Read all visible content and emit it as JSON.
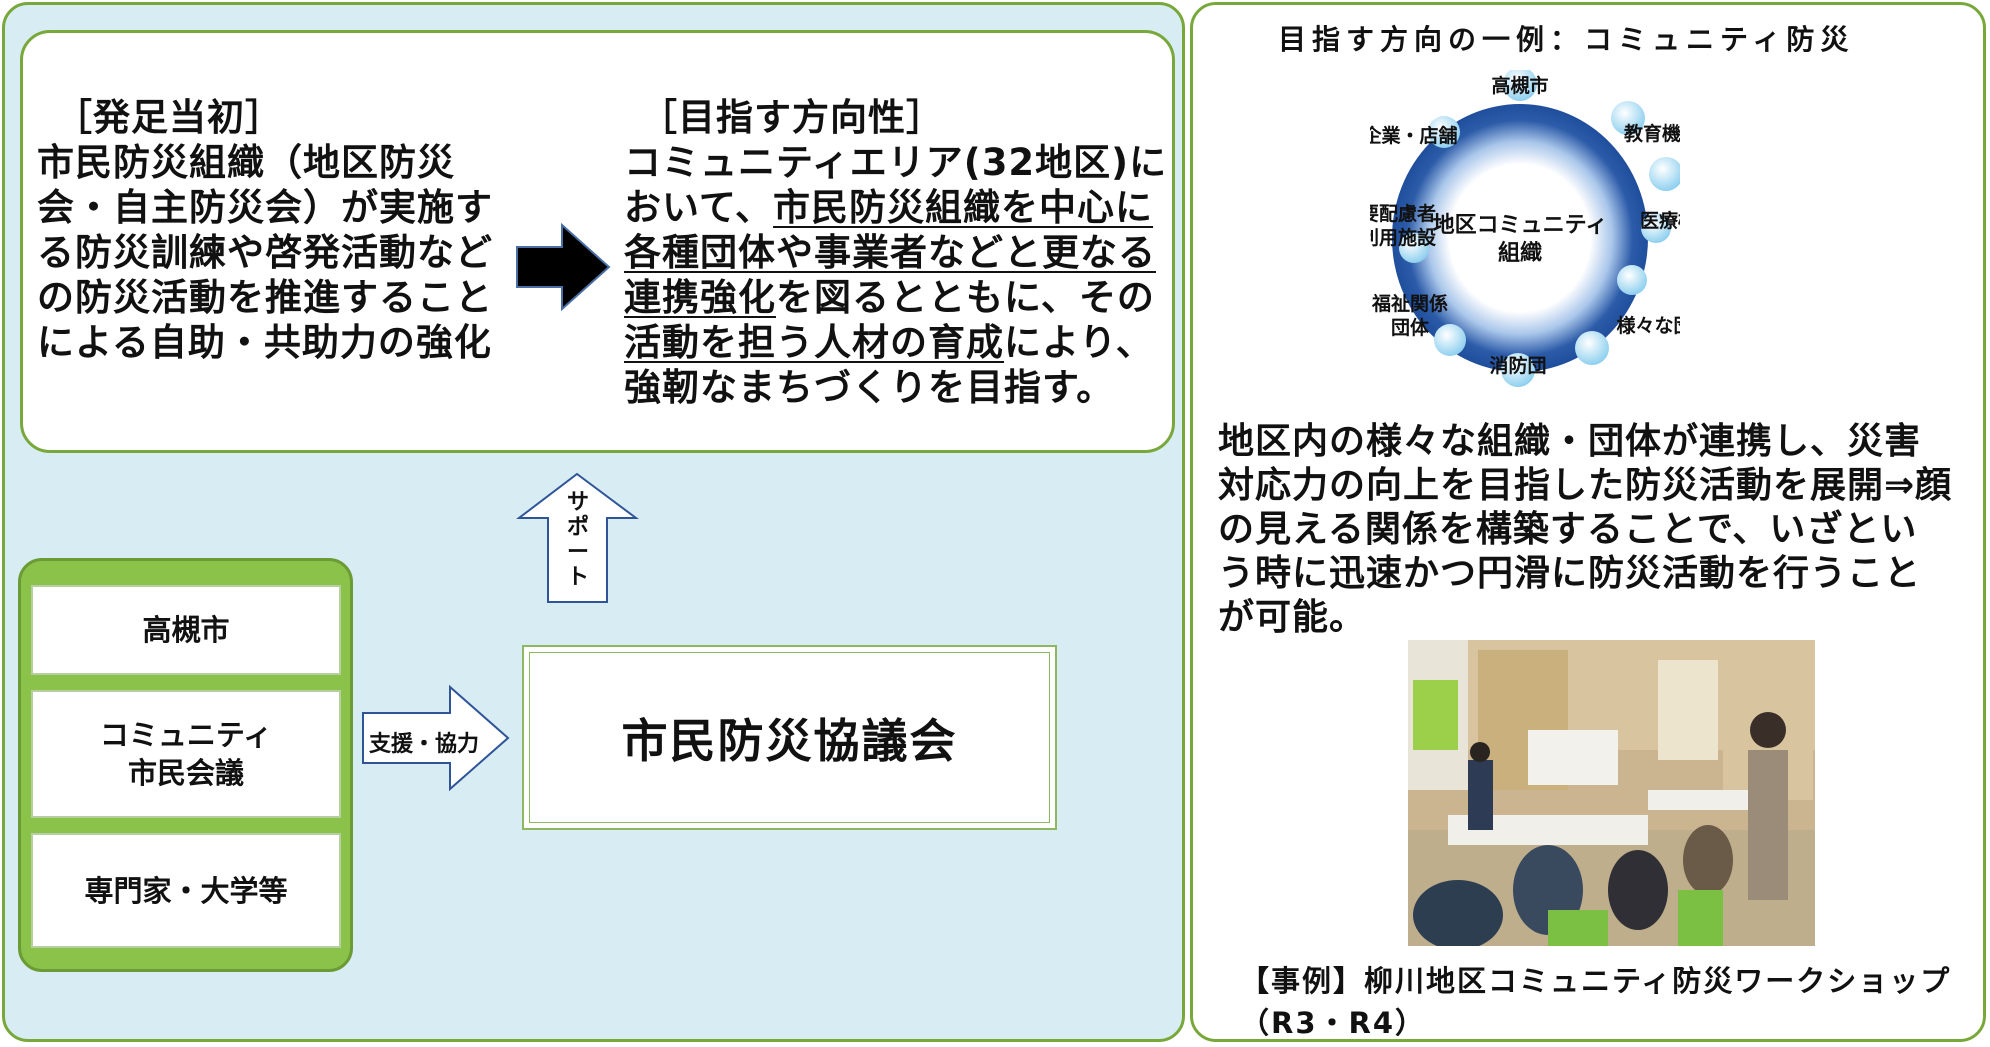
{
  "left": {
    "origin": {
      "heading": "［発足当初］",
      "body": "市民防災組織（地区防災会・自主防災会）が実施する防災訓練や啓発活動などの防災活動を推進することによる自助・共助力の強化"
    },
    "target": {
      "heading": "［目指す方向性］",
      "segments": [
        {
          "text": "コミュニティエリア(32地区)において、",
          "underline": false
        },
        {
          "text": "市民防災組織を中心に各種団体や事業者などと更なる連携強化",
          "underline": true
        },
        {
          "text": "を図るとともに、その",
          "underline": false
        },
        {
          "text": "活動を担う人材の育成",
          "underline": true
        },
        {
          "text": "により、強靭なまちづくりを目指す。",
          "underline": false
        }
      ]
    },
    "support_label": "サポート",
    "cooperation_label": "支援・協力",
    "members": [
      "高槻市",
      "コミュニティ\n市民会議",
      "専門家・大学等"
    ],
    "council": "市民防災協議会"
  },
  "right": {
    "title": "目指す方向の一例：コミュニティ防災",
    "diagram": {
      "center": [
        "地区コミュニティ",
        "組織"
      ],
      "nodes": [
        "高槻市",
        "教育機関",
        "医療機関",
        "様々な団体",
        "消防団",
        "福祉関係\n団体",
        "要配慮者\n利用施設",
        "企業・店舗"
      ]
    },
    "body": "地区内の様々な組織・団体が連携し、災害対応力の向上を目指した防災活動を展開⇒顔の見える関係を構築することで、いざという時に迅速かつ円滑に防災活動を行うことが可能。",
    "caption": "【事例】柳川地区コミュニティ防災ワークショップ（R3・R4）"
  },
  "colors": {
    "panel_border": "#79a83a",
    "panel_fill": "#d8ecf4",
    "member_frame": "#8bc34a",
    "ring_dark": "#1f4e9c",
    "node_light": "#bfe6f7"
  }
}
